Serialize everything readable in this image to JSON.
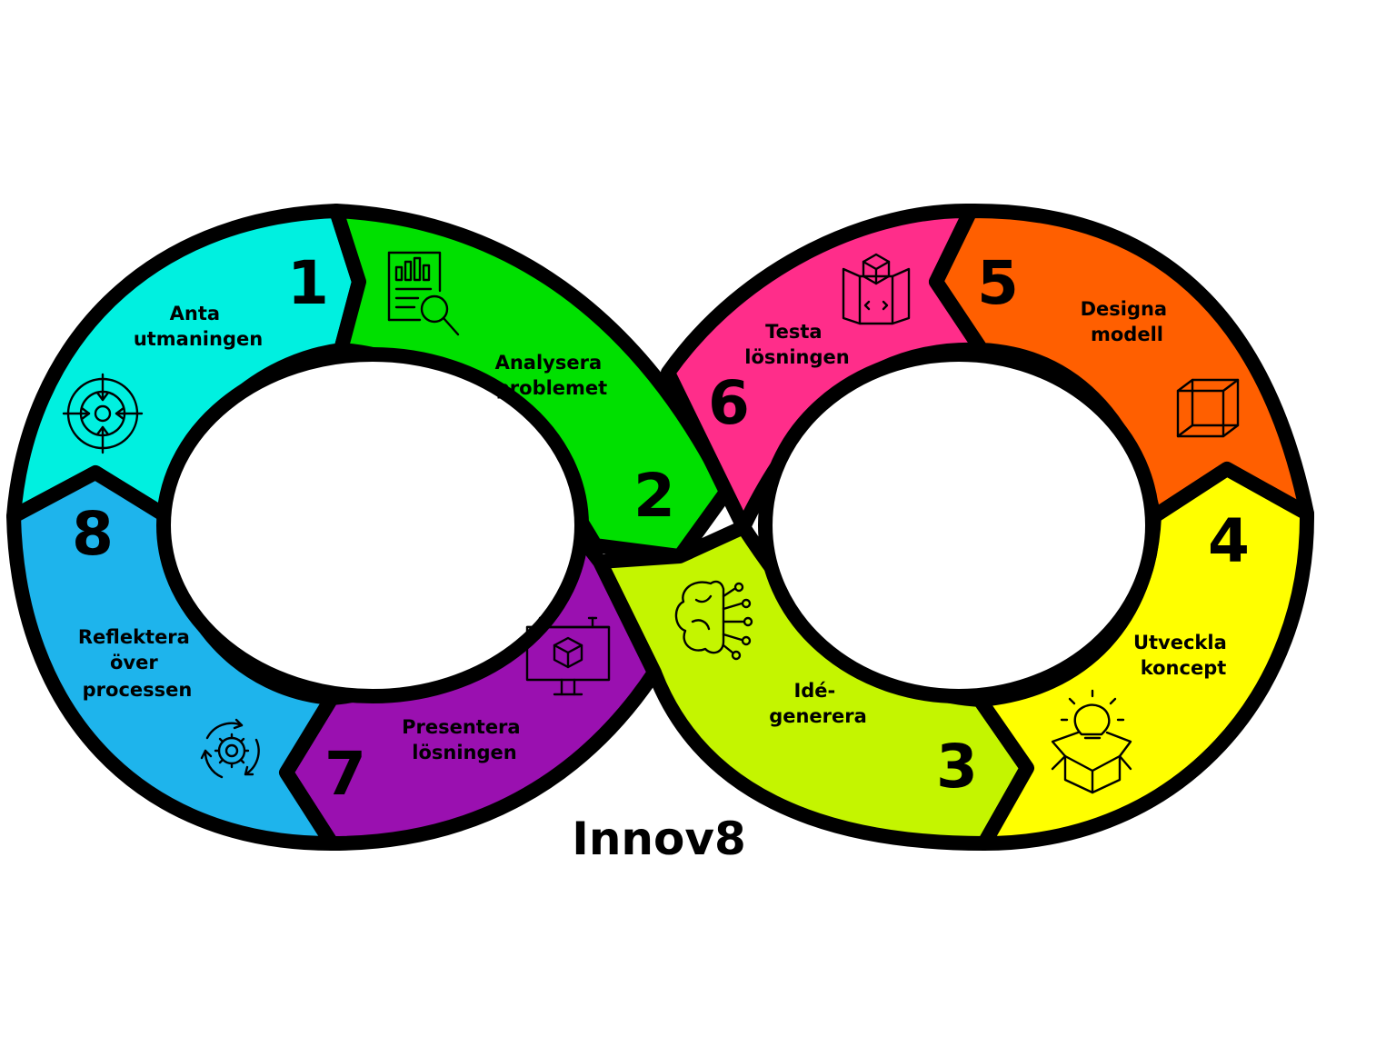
{
  "title": "Innov8",
  "steps": [
    {
      "number": "1",
      "label": [
        "Anta",
        "utmaningen"
      ],
      "color": "#00F0E0",
      "icon": "target-icon"
    },
    {
      "number": "2",
      "label": [
        "Analysera",
        "problemet"
      ],
      "color": "#00E000",
      "icon": "report-magnifier-icon"
    },
    {
      "number": "3",
      "label": [
        "Idé-",
        "generera"
      ],
      "color": "#C4F500",
      "icon": "brain-circuit-icon"
    },
    {
      "number": "4",
      "label": [
        "Utveckla",
        "koncept"
      ],
      "color": "#FFFF00",
      "icon": "lightbulb-box-icon"
    },
    {
      "number": "5",
      "label": [
        "Designa",
        "modell"
      ],
      "color": "#FF5F00",
      "icon": "wireframe-cube-icon"
    },
    {
      "number": "6",
      "label": [
        "Testa",
        "lösningen"
      ],
      "color": "#FF2D8A",
      "icon": "blueprint-cube-icon"
    },
    {
      "number": "7",
      "label": [
        "Presentera",
        "lösningen"
      ],
      "color": "#9A10B0",
      "icon": "monitor-cube-icon"
    },
    {
      "number": "8",
      "label": [
        "Reflektera",
        "över",
        "processen"
      ],
      "color": "#1EB4EC",
      "icon": "gear-cycle-icon"
    }
  ]
}
